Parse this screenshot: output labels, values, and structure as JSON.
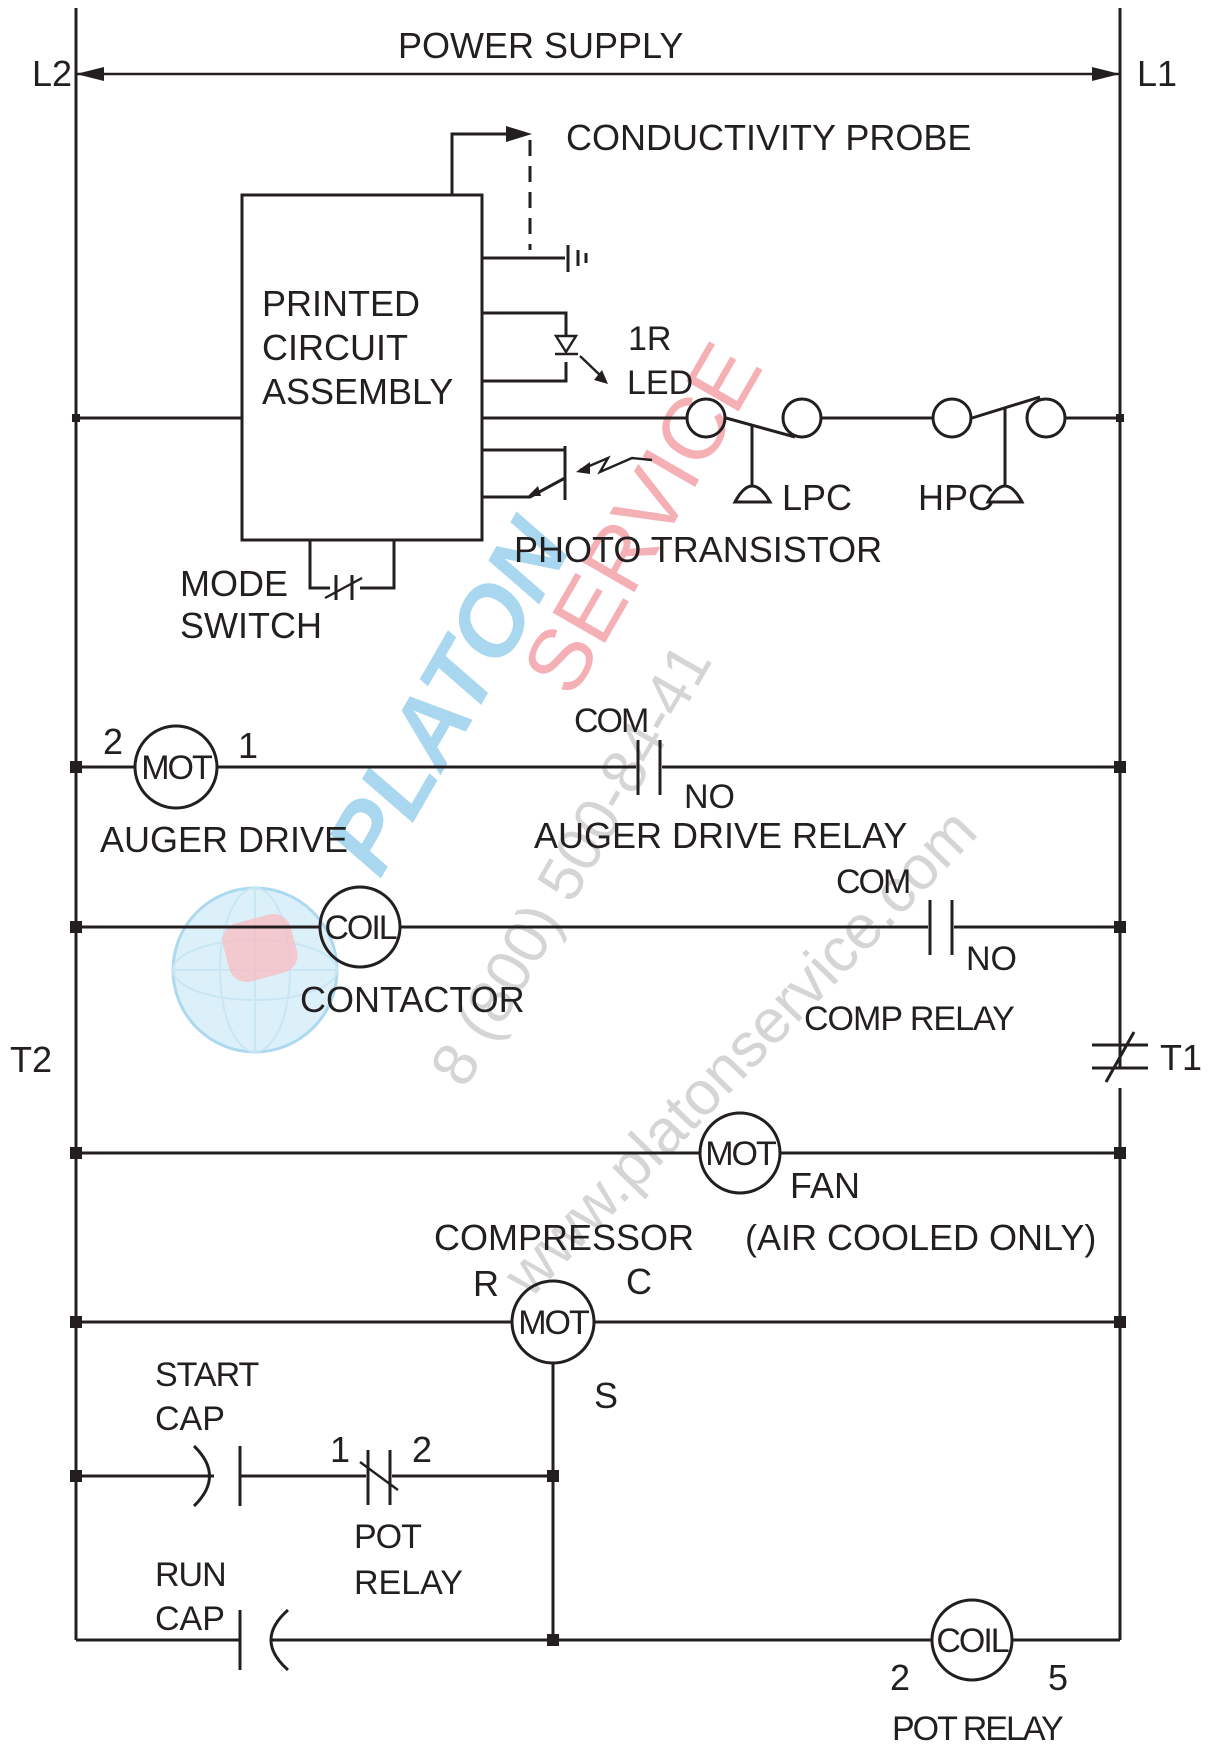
{
  "diagram": {
    "title": "POWER SUPPLY",
    "rail_left": "L2",
    "rail_right": "L1",
    "conductivity_probe": "CONDUCTIVITY PROBE",
    "pcb": [
      "PRINTED",
      "CIRCUIT",
      "ASSEMBLY"
    ],
    "ir_led": [
      "1R",
      "LED"
    ],
    "lpc": "LPC",
    "hpc": "HPC",
    "photo_transistor": "PHOTO TRANSISTOR",
    "mode_switch": [
      "MODE",
      "SWITCH"
    ],
    "auger": {
      "pin_left": "2",
      "motor": "MOT",
      "pin_right": "1",
      "label": "AUGER DRIVE",
      "relay_com": "COM",
      "relay_no": "NO",
      "relay_label": "AUGER DRIVE RELAY"
    },
    "contactor": {
      "coil": "COIL",
      "label": "CONTACTOR",
      "relay_com": "COM",
      "relay_no": "NO",
      "relay_label": "COMP RELAY"
    },
    "t2": "T2",
    "t1": "T1",
    "fan": {
      "motor": "MOT",
      "label": "FAN",
      "note": "(AIR COOLED ONLY)"
    },
    "compressor": {
      "label": "COMPRESSOR",
      "r": "R",
      "c": "C",
      "motor": "MOT",
      "s": "S"
    },
    "start_cap": [
      "START",
      "CAP"
    ],
    "pot_relay_contact": {
      "pin1": "1",
      "pin2": "2",
      "label": [
        "POT",
        "RELAY"
      ]
    },
    "run_cap": [
      "RUN",
      "CAP"
    ],
    "pot_relay_coil": {
      "coil": "COIL",
      "pin2": "2",
      "pin5": "5",
      "label": "POT RELAY"
    }
  },
  "watermark": {
    "brand1": "PLATON",
    "brand2": "SERVICE",
    "phone": "8 (800) 500-84-41",
    "url": "www.platonservice.com",
    "colors": {
      "blue": "#9fd3ee",
      "red": "#f4a3aa",
      "gray": "#d5d5d5"
    }
  }
}
